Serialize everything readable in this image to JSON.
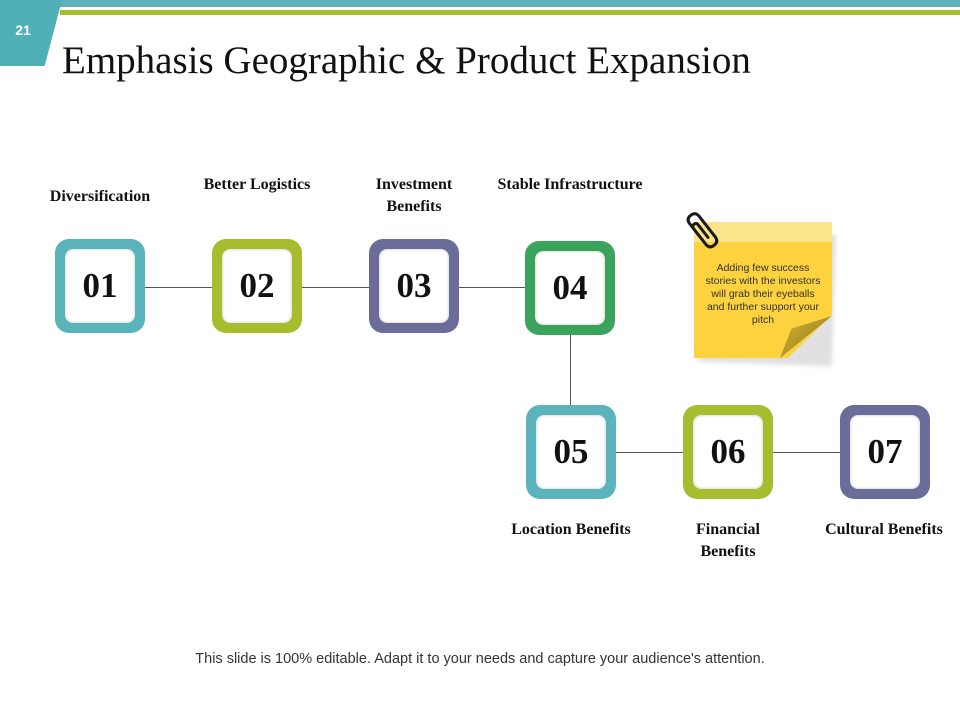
{
  "slide": {
    "number": "21",
    "title": "Emphasis Geographic & Product Expansion",
    "footer": "This slide is 100% editable. Adapt it to your needs and capture your audience's attention."
  },
  "colors": {
    "teal": "#5bb3bb",
    "green": "#a7bd2d",
    "slate": "#6a6d99",
    "dark_green": "#3aa45c",
    "note_yellow": "#fdd23f"
  },
  "steps": [
    {
      "num": "01",
      "label": "Diversification",
      "color": "teal"
    },
    {
      "num": "02",
      "label": "Better Logistics",
      "color": "green"
    },
    {
      "num": "03",
      "label": "Investment Benefits",
      "color": "slate"
    },
    {
      "num": "04",
      "label": "Stable Infrastructure",
      "color": "dark_green"
    },
    {
      "num": "05",
      "label": "Location Benefits",
      "color": "teal"
    },
    {
      "num": "06",
      "label": "Financial Benefits",
      "color": "green"
    },
    {
      "num": "07",
      "label": "Cultural Benefits",
      "color": "slate"
    }
  ],
  "note": {
    "text": "Adding few success stories with the investors will grab their eyeballs and further support your pitch",
    "icon": "paperclip-icon"
  }
}
